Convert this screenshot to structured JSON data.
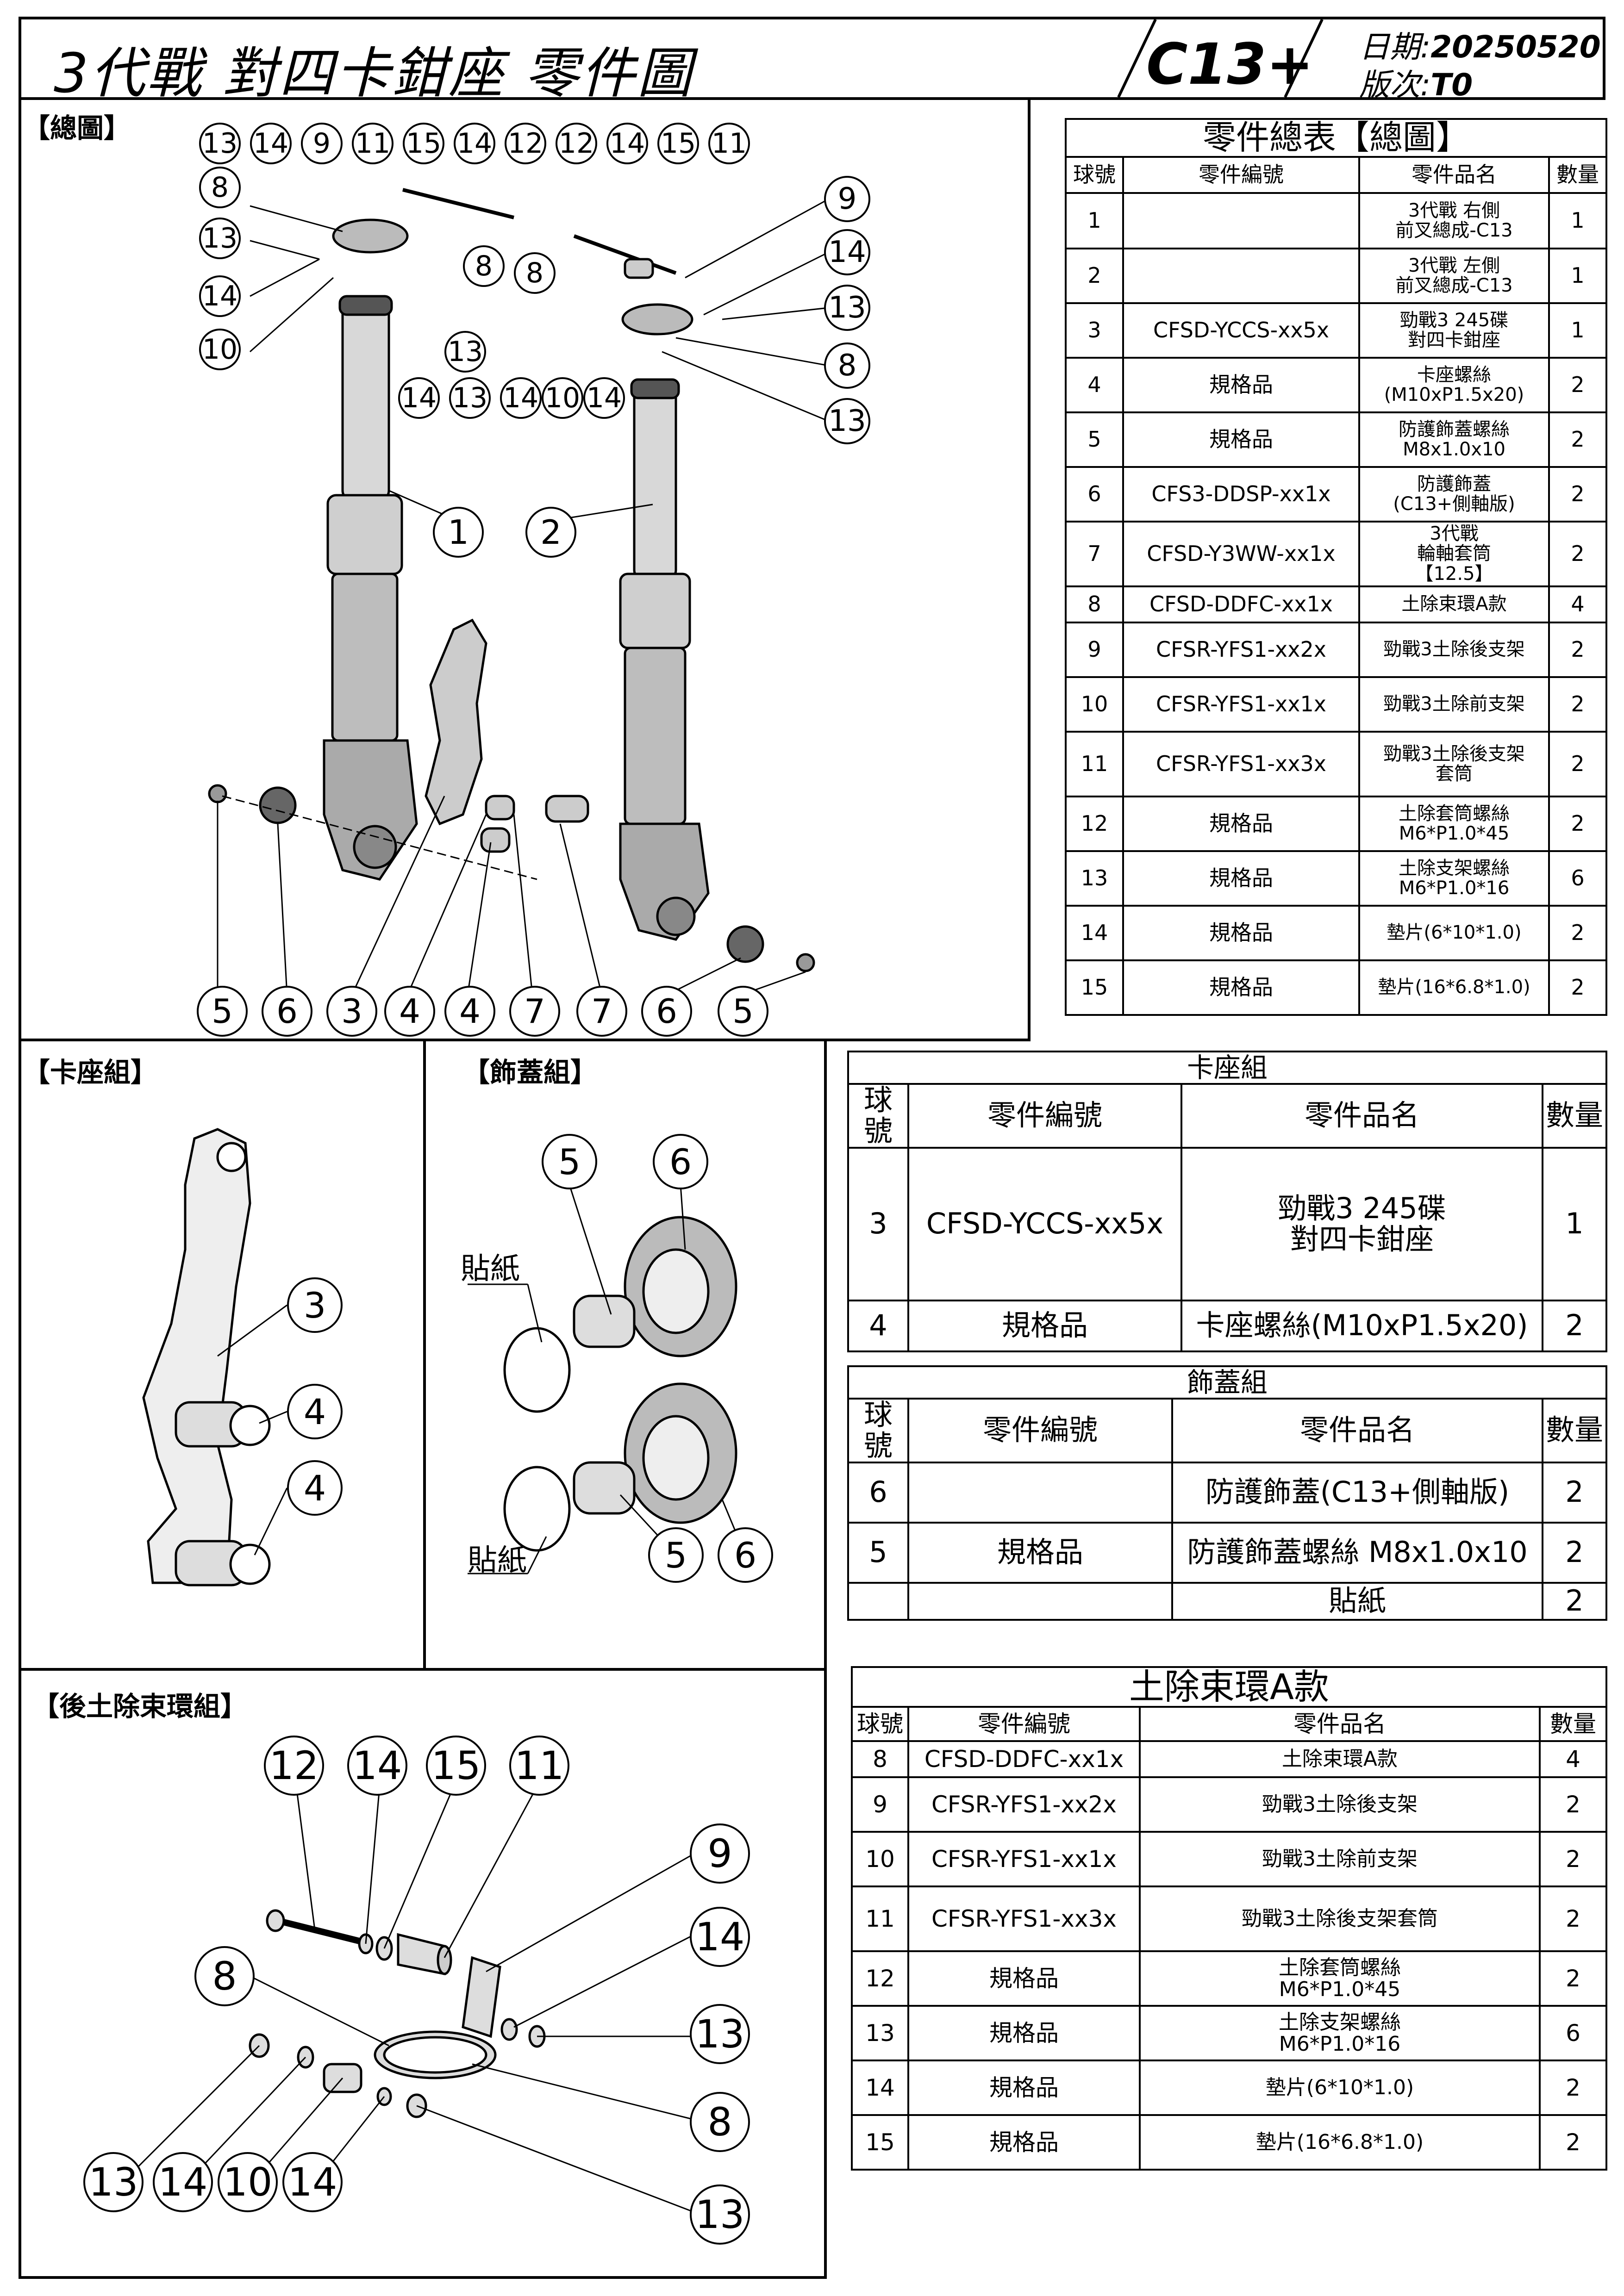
{
  "header": {
    "title": "3代戰 對四卡鉗座 零件圖",
    "model": "C13+",
    "date_label": "日期:",
    "date_value": "20250520",
    "version_label": "版次:",
    "version_value": "T0"
  },
  "sections": {
    "overview": "【總圖】",
    "caliper_group": "【卡座組】",
    "cover_group": "【飾蓋組】",
    "rear_mud_group": "【後土除束環組】"
  },
  "sticker_label": "貼紙",
  "columns": {
    "no": "球號",
    "part_no": "零件編號",
    "name": "零件品名",
    "qty": "數量"
  },
  "main_table": {
    "title": "零件總表【總圖】",
    "rows": [
      {
        "no": "1",
        "part_no": "",
        "name": "3代戰 右側\n前叉總成-C13",
        "qty": "1"
      },
      {
        "no": "2",
        "part_no": "",
        "name": "3代戰 左側\n前叉總成-C13",
        "qty": "1"
      },
      {
        "no": "3",
        "part_no": "CFSD-YCCS-xx5x",
        "name": "勁戰3 245碟\n對四卡鉗座",
        "qty": "1"
      },
      {
        "no": "4",
        "part_no": "規格品",
        "name": "卡座螺絲\n(M10xP1.5x20)",
        "qty": "2"
      },
      {
        "no": "5",
        "part_no": "規格品",
        "name": "防護飾蓋螺絲\nM8x1.0x10",
        "qty": "2"
      },
      {
        "no": "6",
        "part_no": "CFS3-DDSP-xx1x",
        "name": "防護飾蓋\n(C13+側軸版)",
        "qty": "2"
      },
      {
        "no": "7",
        "part_no": "CFSD-Y3WW-xx1x",
        "name": "3代戰\n輪軸套筒\n【12.5】",
        "qty": "2"
      },
      {
        "no": "8",
        "part_no": "CFSD-DDFC-xx1x",
        "name": "土除束環A款",
        "qty": "4"
      },
      {
        "no": "9",
        "part_no": "CFSR-YFS1-xx2x",
        "name": "勁戰3土除後支架",
        "qty": "2"
      },
      {
        "no": "10",
        "part_no": "CFSR-YFS1-xx1x",
        "name": "勁戰3土除前支架",
        "qty": "2"
      },
      {
        "no": "11",
        "part_no": "CFSR-YFS1-xx3x",
        "name": "勁戰3土除後支架\n套筒",
        "qty": "2"
      },
      {
        "no": "12",
        "part_no": "規格品",
        "name": "土除套筒螺絲\nM6*P1.0*45",
        "qty": "2"
      },
      {
        "no": "13",
        "part_no": "規格品",
        "name": "土除支架螺絲\nM6*P1.0*16",
        "qty": "6"
      },
      {
        "no": "14",
        "part_no": "規格品",
        "name": "墊片(6*10*1.0)",
        "qty": "2"
      },
      {
        "no": "15",
        "part_no": "規格品",
        "name": "墊片(16*6.8*1.0)",
        "qty": "2"
      }
    ]
  },
  "caliper_table": {
    "title": "卡座組",
    "rows": [
      {
        "no": "3",
        "part_no": "CFSD-YCCS-xx5x",
        "name": "勁戰3 245碟\n對四卡鉗座",
        "qty": "1"
      },
      {
        "no": "4",
        "part_no": "規格品",
        "name": "卡座螺絲(M10xP1.5x20)",
        "qty": "2"
      }
    ]
  },
  "cover_table": {
    "title": "飾蓋組",
    "rows": [
      {
        "no": "6",
        "part_no": "",
        "name": "防護飾蓋(C13+側軸版)",
        "qty": "2"
      },
      {
        "no": "5",
        "part_no": "規格品",
        "name": "防護飾蓋螺絲 M8x1.0x10",
        "qty": "2"
      },
      {
        "no": "",
        "part_no": "",
        "name": "貼紙",
        "qty": "2"
      }
    ]
  },
  "mud_table": {
    "title": "土除束環A款",
    "rows": [
      {
        "no": "8",
        "part_no": "CFSD-DDFC-xx1x",
        "name": "土除束環A款",
        "qty": "4"
      },
      {
        "no": "9",
        "part_no": "CFSR-YFS1-xx2x",
        "name": "勁戰3土除後支架",
        "qty": "2"
      },
      {
        "no": "10",
        "part_no": "CFSR-YFS1-xx1x",
        "name": "勁戰3土除前支架",
        "qty": "2"
      },
      {
        "no": "11",
        "part_no": "CFSR-YFS1-xx3x",
        "name": "勁戰3土除後支架套筒",
        "qty": "2"
      },
      {
        "no": "12",
        "part_no": "規格品",
        "name": "土除套筒螺絲\nM6*P1.0*45",
        "qty": "2"
      },
      {
        "no": "13",
        "part_no": "規格品",
        "name": "土除支架螺絲\nM6*P1.0*16",
        "qty": "6"
      },
      {
        "no": "14",
        "part_no": "規格品",
        "name": "墊片(6*10*1.0)",
        "qty": "2"
      },
      {
        "no": "15",
        "part_no": "規格品",
        "name": "墊片(16*6.8*1.0)",
        "qty": "2"
      }
    ]
  },
  "callouts": {
    "overview_top": [
      "13",
      "14",
      "9",
      "11",
      "15",
      "14",
      "12",
      "12",
      "14",
      "15",
      "11"
    ],
    "overview_left": [
      "8",
      "13",
      "14",
      "10"
    ],
    "overview_mid": [
      "8",
      "13",
      "8"
    ],
    "overview_lower": [
      "14",
      "13",
      "14",
      "10",
      "14"
    ],
    "overview_right": [
      "9",
      "14",
      "13",
      "8",
      "13"
    ],
    "forks": [
      "1",
      "2"
    ],
    "overview_bottom": [
      "5",
      "6",
      "3",
      "4",
      "4",
      "7",
      "7",
      "6",
      "5"
    ],
    "caliper": [
      "3",
      "4",
      "4"
    ],
    "cover": [
      "5",
      "6",
      "5",
      "6"
    ],
    "rear_top": [
      "12",
      "14",
      "15",
      "11"
    ],
    "rear_right": [
      "9",
      "14",
      "13",
      "8",
      "13"
    ],
    "rear_left": [
      "8"
    ],
    "rear_bottom": [
      "13",
      "14",
      "10",
      "14"
    ]
  }
}
